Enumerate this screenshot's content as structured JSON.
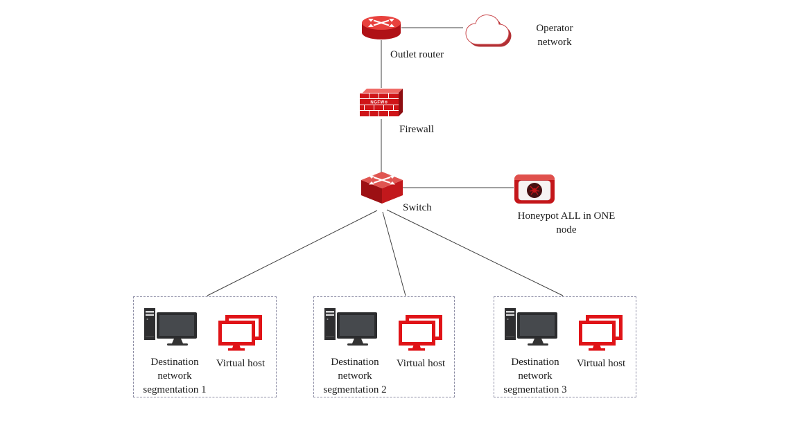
{
  "colors": {
    "primary_red": "#C8171C",
    "dark_red": "#8E0E12",
    "icon_dark": "#2F2F31",
    "virtual_host_red": "#E01317",
    "connector_line": "#404040",
    "dashed_border": "#8B8BA3",
    "text": "#1B1B1B"
  },
  "nodes": {
    "cloud": {
      "label": "Operator network"
    },
    "router": {
      "label": "Outlet router"
    },
    "firewall": {
      "label": "Firewall",
      "badge": "NGFW®"
    },
    "switch": {
      "label": "Switch"
    },
    "honeypot": {
      "label": "Honeypot ALL in ONE node"
    }
  },
  "segments": [
    {
      "destination_label": "Destination network segmentation 1",
      "virtual_host_label": "Virtual host"
    },
    {
      "destination_label": "Destination network segmentation 2",
      "virtual_host_label": "Virtual host"
    },
    {
      "destination_label": "Destination network segmentation 3",
      "virtual_host_label": "Virtual host"
    }
  ]
}
